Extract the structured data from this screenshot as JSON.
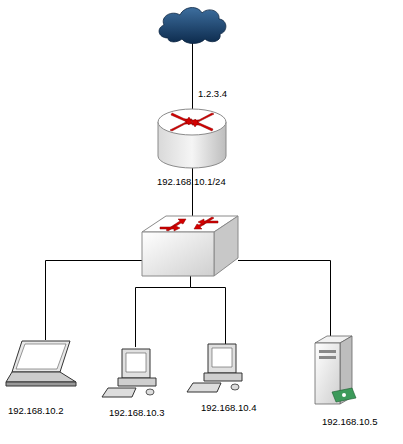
{
  "diagram": {
    "labels": [
      "1.2.3.4",
      "192.168.10.1/24",
      "192.168.10.2",
      "192.168.10.3",
      "192.168.10.4",
      "192.168.10.5"
    ]
  }
}
